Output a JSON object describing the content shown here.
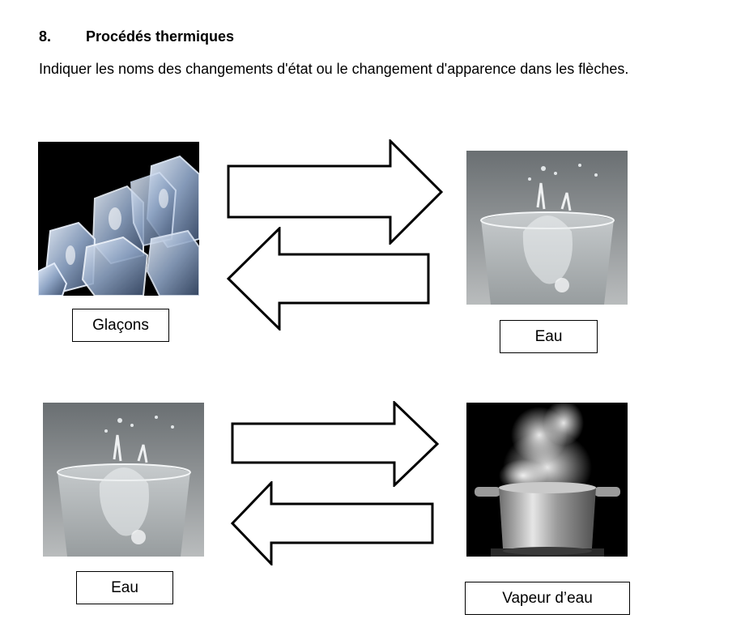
{
  "exercise": {
    "number": "8.",
    "title": "Procédés thermiques",
    "instruction": "Indiquer les noms des changements d'état ou le changement d'apparence dans les flèches."
  },
  "rows": [
    {
      "left": {
        "label": "Glaçons",
        "image": "ice-cubes"
      },
      "right": {
        "label": "Eau",
        "image": "water-glass-splash"
      }
    },
    {
      "left": {
        "label": "Eau",
        "image": "water-glass-splash"
      },
      "right": {
        "label": "Vapeur d’eau",
        "image": "steaming-pot"
      }
    }
  ],
  "colors": {
    "text": "#000000",
    "background": "#ffffff",
    "arrow_stroke": "#000000",
    "arrow_fill": "#ffffff"
  }
}
